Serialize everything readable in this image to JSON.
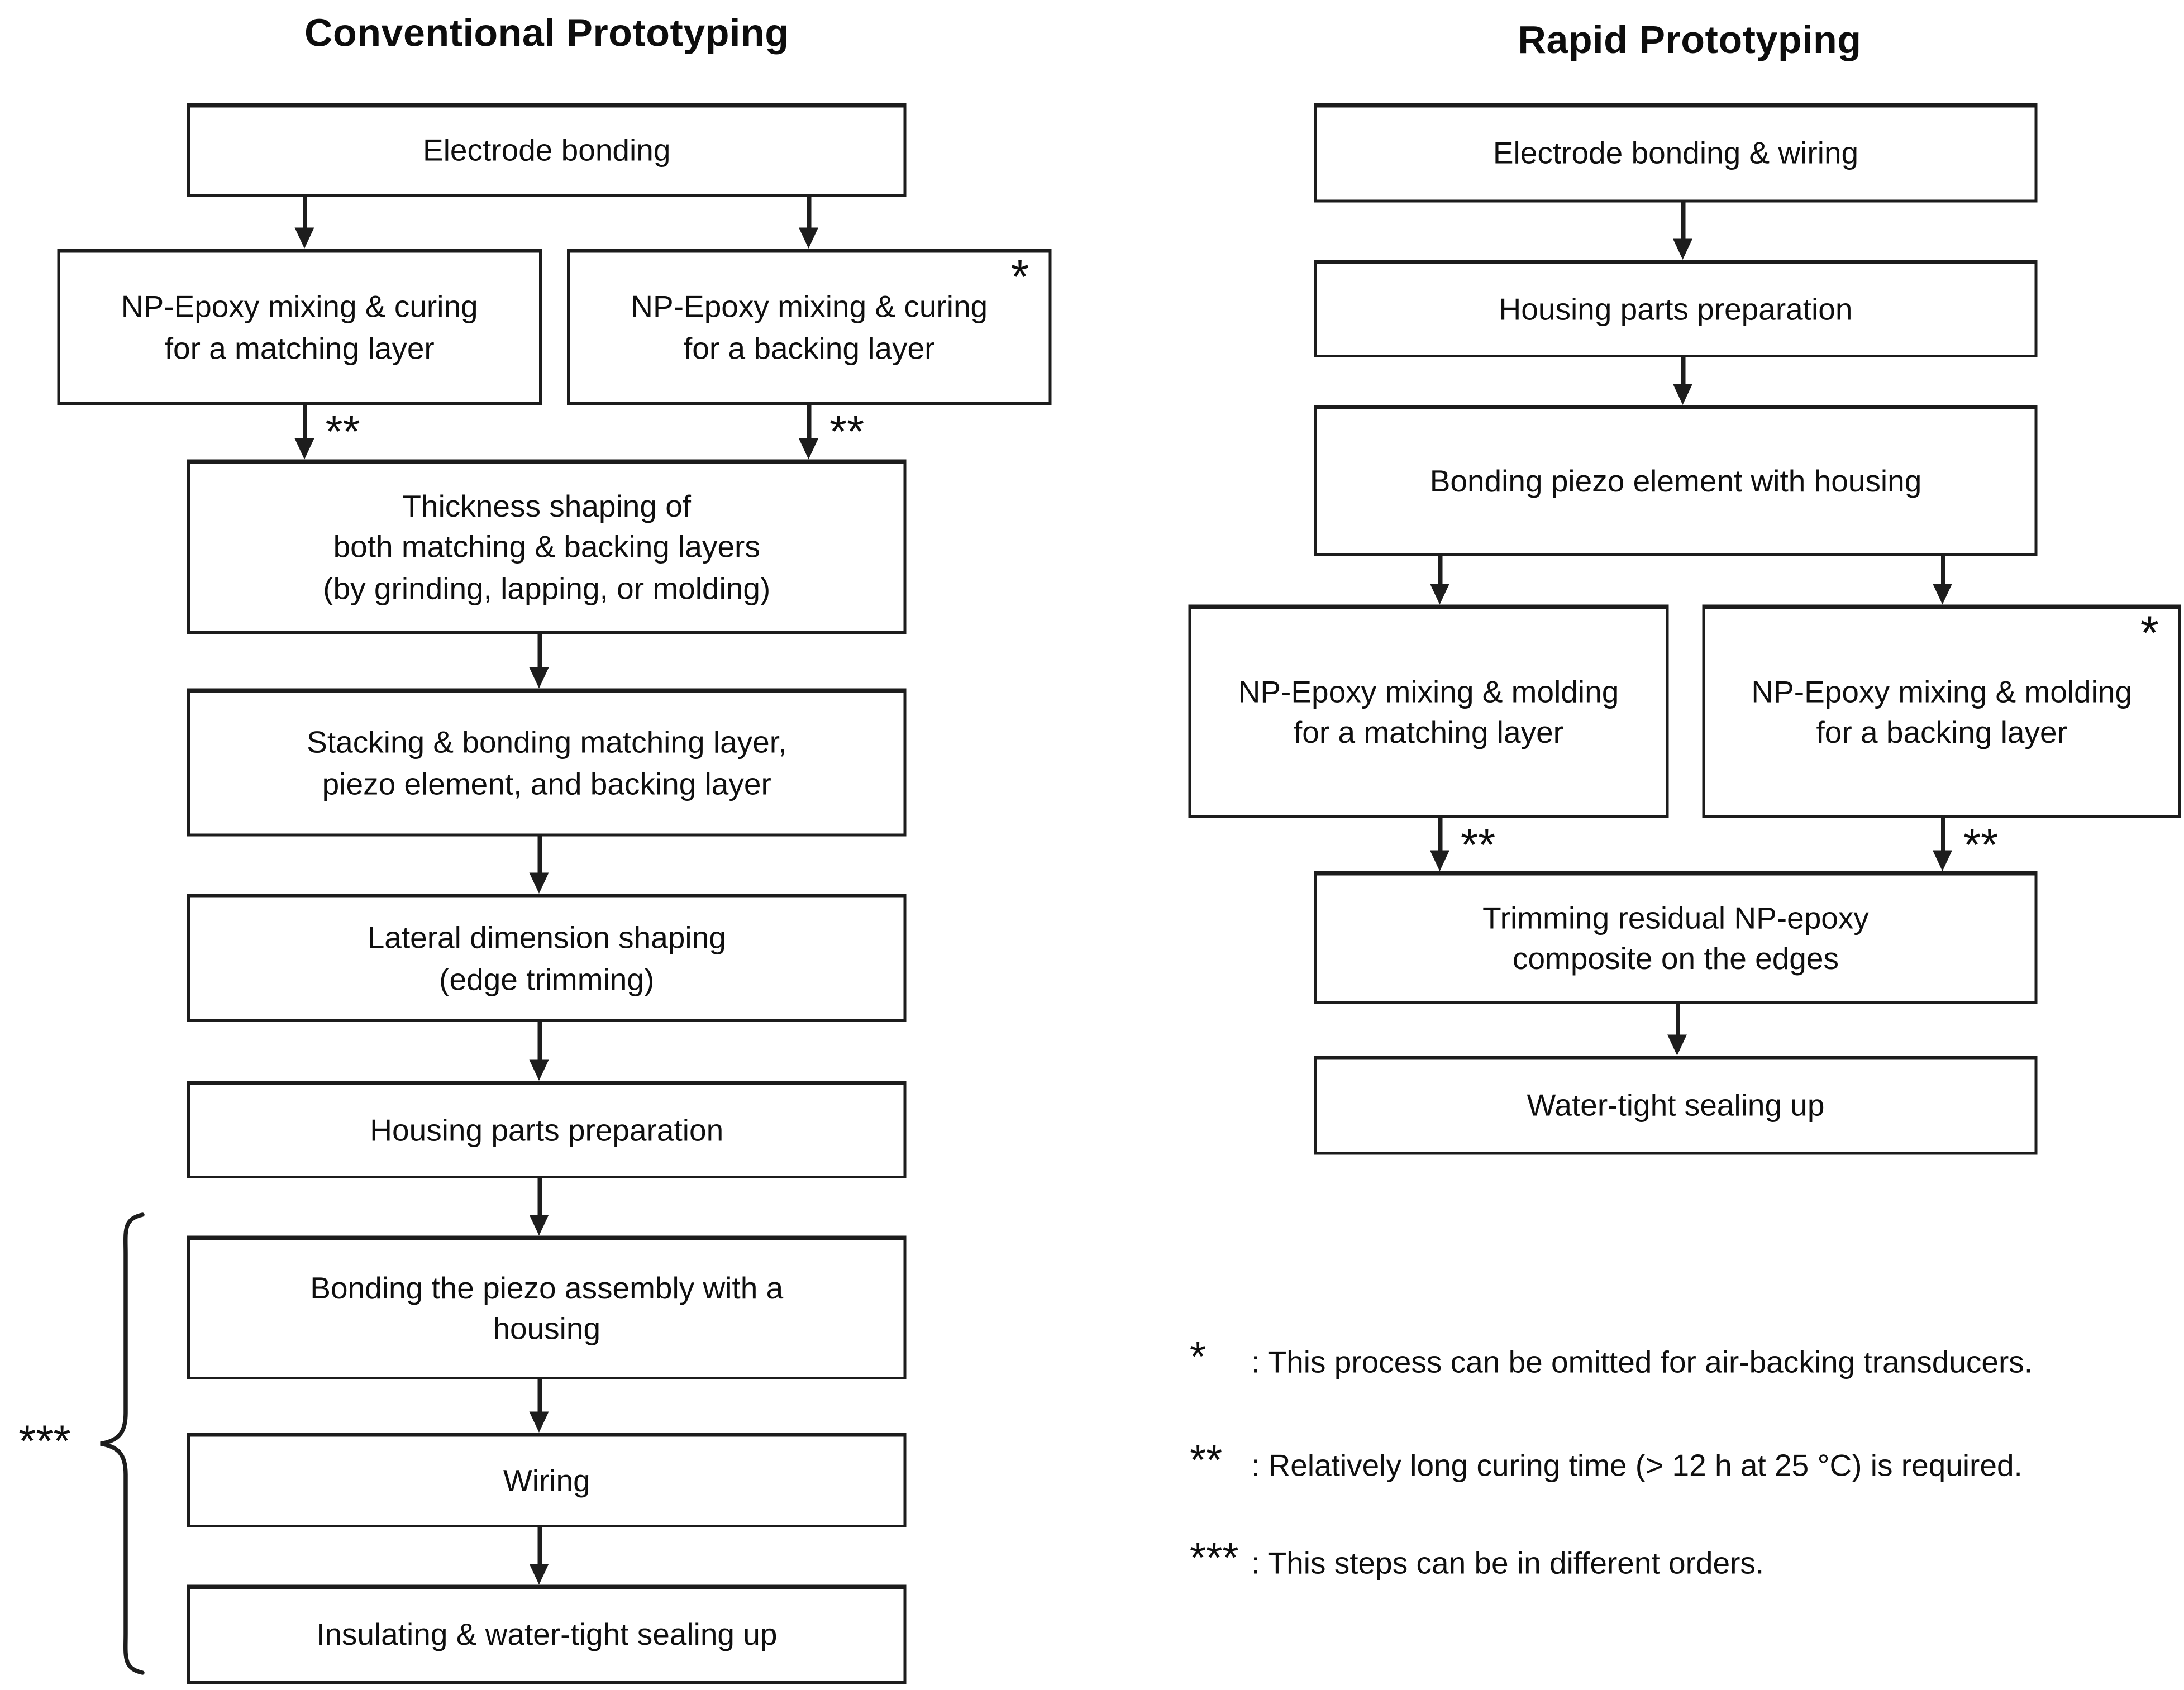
{
  "diagram": {
    "markers": {
      "star": "*",
      "double_star": "**",
      "triple_star": "***"
    },
    "left": {
      "title": "Conventional Prototyping",
      "boxes": [
        {
          "label": "Electrode bonding"
        },
        {
          "label": "NP-Epoxy mixing & curing\nfor a matching layer"
        },
        {
          "label": "NP-Epoxy mixing & curing\nfor a backing layer",
          "marker": "*"
        },
        {
          "label": "Thickness shaping of\nboth matching & backing layers\n(by grinding, lapping, or molding)"
        },
        {
          "label": "Stacking & bonding matching layer,\npiezo element, and backing layer"
        },
        {
          "label": "Lateral dimension shaping\n(edge trimming)"
        },
        {
          "label": "Housing parts preparation"
        },
        {
          "label": "Bonding the piezo assembly with a\nhousing"
        },
        {
          "label": "Wiring"
        },
        {
          "label": "Insulating & water-tight sealing up"
        }
      ]
    },
    "right": {
      "title": "Rapid Prototyping",
      "boxes": [
        {
          "label": "Electrode bonding & wiring"
        },
        {
          "label": "Housing parts preparation"
        },
        {
          "label": "Bonding piezo element with housing"
        },
        {
          "label": "NP-Epoxy mixing & molding\nfor a matching layer"
        },
        {
          "label": "NP-Epoxy mixing & molding\nfor a backing layer",
          "marker": "*"
        },
        {
          "label": "Trimming residual NP-epoxy\ncomposite on the edges"
        },
        {
          "label": "Water-tight sealing up"
        }
      ]
    },
    "legend": [
      {
        "symbol": "*",
        "text": ": This process can be omitted for air-backing transducers."
      },
      {
        "symbol": "**",
        "text": ": Relatively long curing time (> 12 h at 25 °C) is required."
      },
      {
        "symbol": "***",
        "text": ": This steps can be in different orders."
      }
    ]
  }
}
